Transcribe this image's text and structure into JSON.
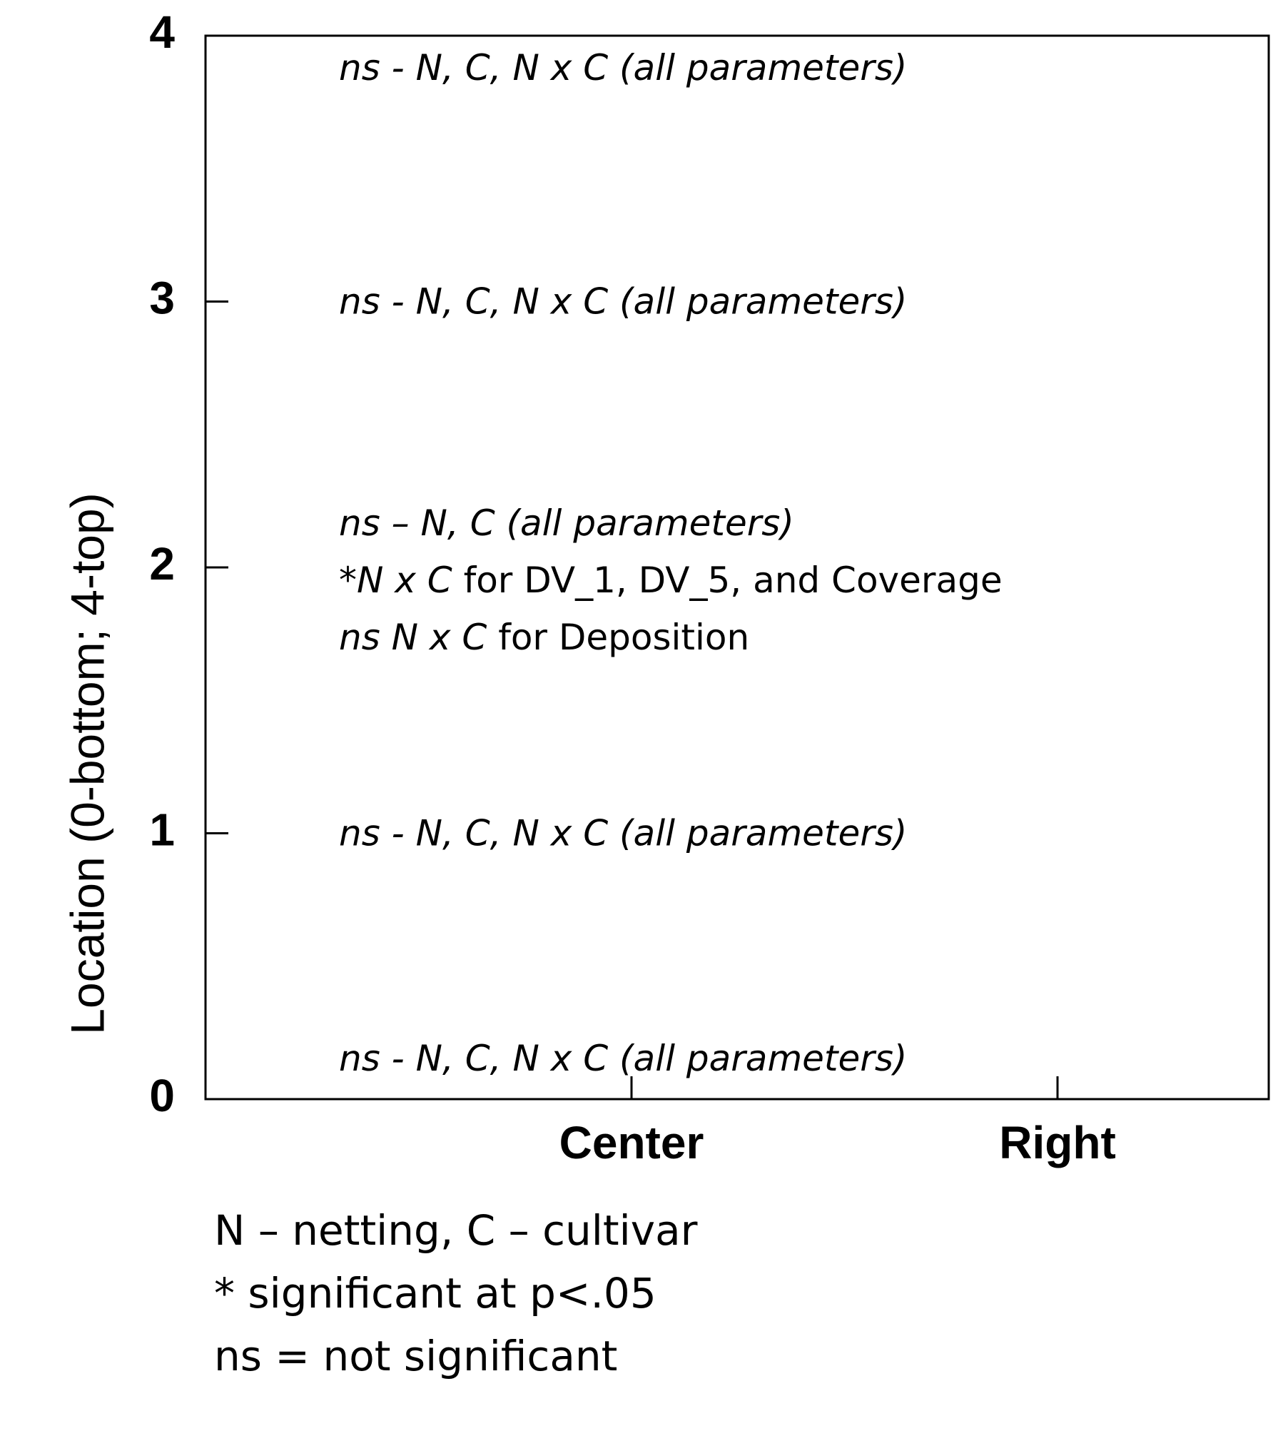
{
  "chart_data": {
    "type": "table",
    "ylabel": "Location (0-bottom; 4-top)",
    "xlabel": "",
    "ylim": [
      0,
      4
    ],
    "y_ticks": [
      "0",
      "1",
      "2",
      "3",
      "4"
    ],
    "x_categories": [
      "Center",
      "Right"
    ],
    "annotations": [
      {
        "y": 4,
        "lines": [
          [
            {
              "text": "ns - N, C, N x C (all parameters)",
              "italic": true
            }
          ]
        ]
      },
      {
        "y": 3,
        "lines": [
          [
            {
              "text": "ns - N, C, N x C (all parameters)",
              "italic": true
            }
          ]
        ]
      },
      {
        "y": 2,
        "lines": [
          [
            {
              "text": "ns – N, C (all parameters)",
              "italic": true
            }
          ],
          [
            {
              "text": "*",
              "italic": false
            },
            {
              "text": "N x C",
              "italic": true
            },
            {
              "text": " for DV_1, DV_5, and Coverage",
              "italic": false
            }
          ],
          [
            {
              "text": "ns N x C",
              "italic": true
            },
            {
              "text": " for Deposition",
              "italic": false
            }
          ]
        ]
      },
      {
        "y": 1,
        "lines": [
          [
            {
              "text": "ns - N, C, N x C (all parameters)",
              "italic": true
            }
          ]
        ]
      },
      {
        "y": 0,
        "lines": [
          [
            {
              "text": "ns - N, C, N x C (all parameters)",
              "italic": true
            }
          ]
        ]
      }
    ],
    "legend_notes": [
      "N – netting, C – cultivar",
      "* significant at p<.05",
      "ns = not significant"
    ]
  }
}
